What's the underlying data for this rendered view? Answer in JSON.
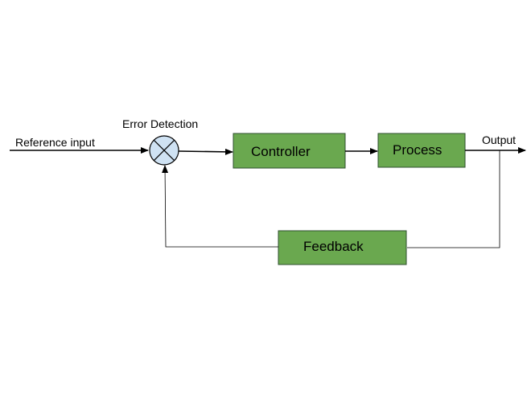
{
  "diagram": {
    "labels": {
      "reference_input": "Reference input",
      "error_detection": "Error Detection",
      "output": "Output"
    },
    "blocks": {
      "controller": "Controller",
      "process": "Process",
      "feedback": "Feedback"
    },
    "colors": {
      "block_fill": "#6aa84f",
      "block_stroke": "#2f4f2f",
      "summing_fill": "#cfe2f3",
      "line": "#000000"
    }
  }
}
